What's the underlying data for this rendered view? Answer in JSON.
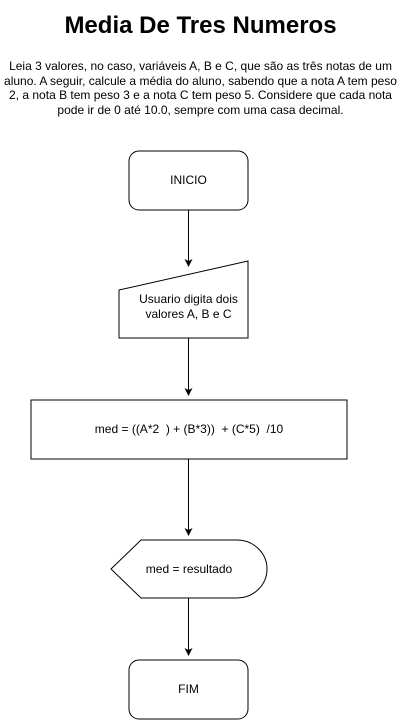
{
  "title": "Media De Tres Numeros",
  "description": "Leia 3 valores, no caso, variáveis A, B e C, que são as três notas de um aluno. A seguir, calcule a média do aluno, sabendo que a nota A tem peso 2, a nota B tem peso 3 e a nota C tem peso 5. Considere que cada nota pode ir de 0 até 10.0, sempre com uma casa decimal.",
  "flowchart": {
    "start": "INICIO",
    "input_line1": "Usuario digita dois",
    "input_line2": "valores A, B e C",
    "process": "med = ((A*2  ) + (B*3))  + (C*5)  /10",
    "output": "med = resultado",
    "end": "FIM"
  }
}
